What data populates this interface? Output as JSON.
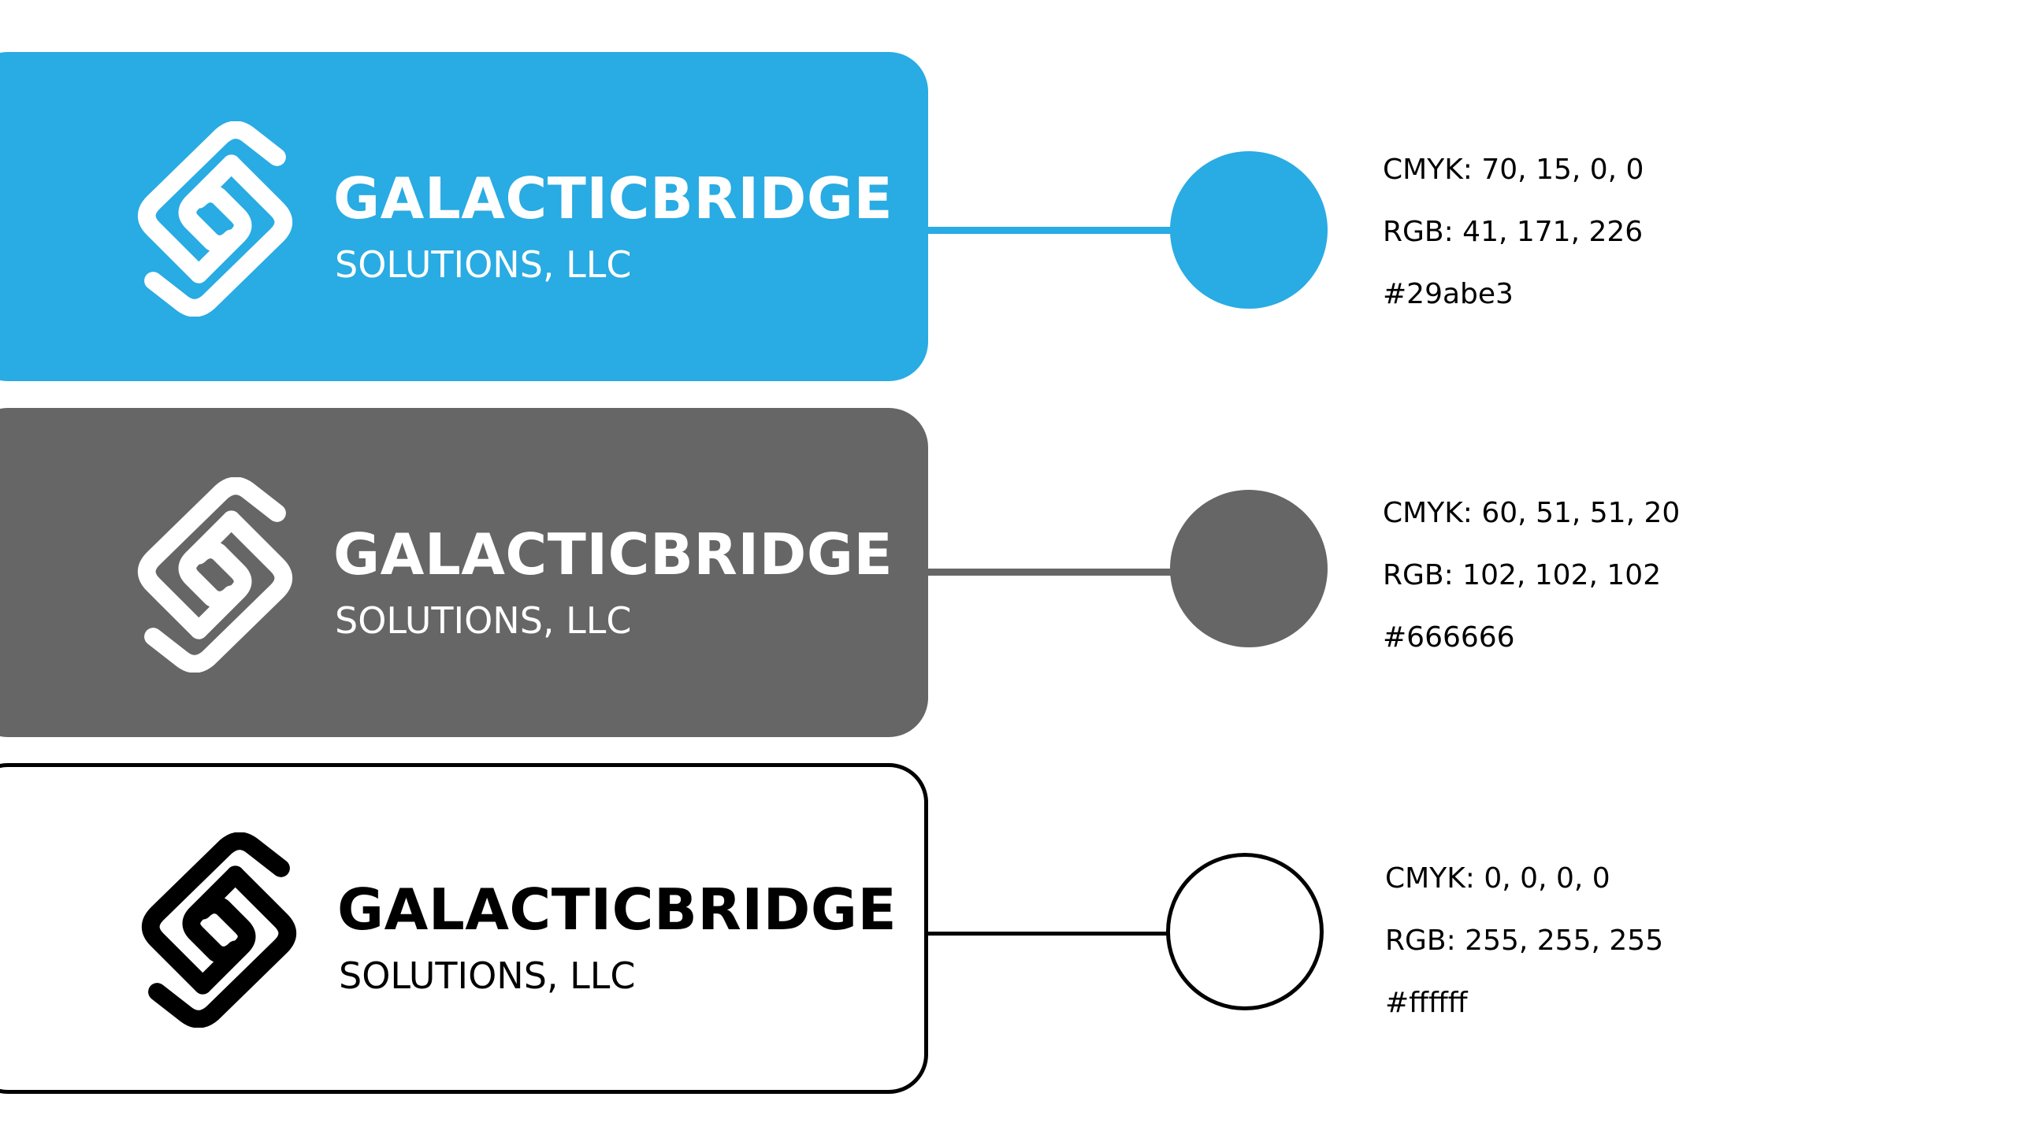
{
  "brand": {
    "name": "GALACTICBRIDGE",
    "subtitle": "SOLUTIONS, LLC",
    "icon": "spiral-bridge-logo-icon"
  },
  "variants": [
    {
      "panel_color": "#29abe3",
      "logo_color": "#ffffff",
      "swatch_color": "#29abe3",
      "cmyk": "CMYK: 70, 15, 0, 0",
      "rgb": "RGB: 41, 171, 226",
      "hex": "#29abe3"
    },
    {
      "panel_color": "#666666",
      "logo_color": "#ffffff",
      "swatch_color": "#666666",
      "cmyk": "CMYK: 60, 51, 51, 20",
      "rgb": "RGB: 102, 102, 102",
      "hex": "#666666"
    },
    {
      "panel_color": "#ffffff",
      "logo_color": "#000000",
      "swatch_color": "#ffffff",
      "cmyk": "CMYK: 0, 0, 0, 0",
      "rgb": "RGB: 255, 255, 255",
      "hex": "#ffffff"
    }
  ]
}
